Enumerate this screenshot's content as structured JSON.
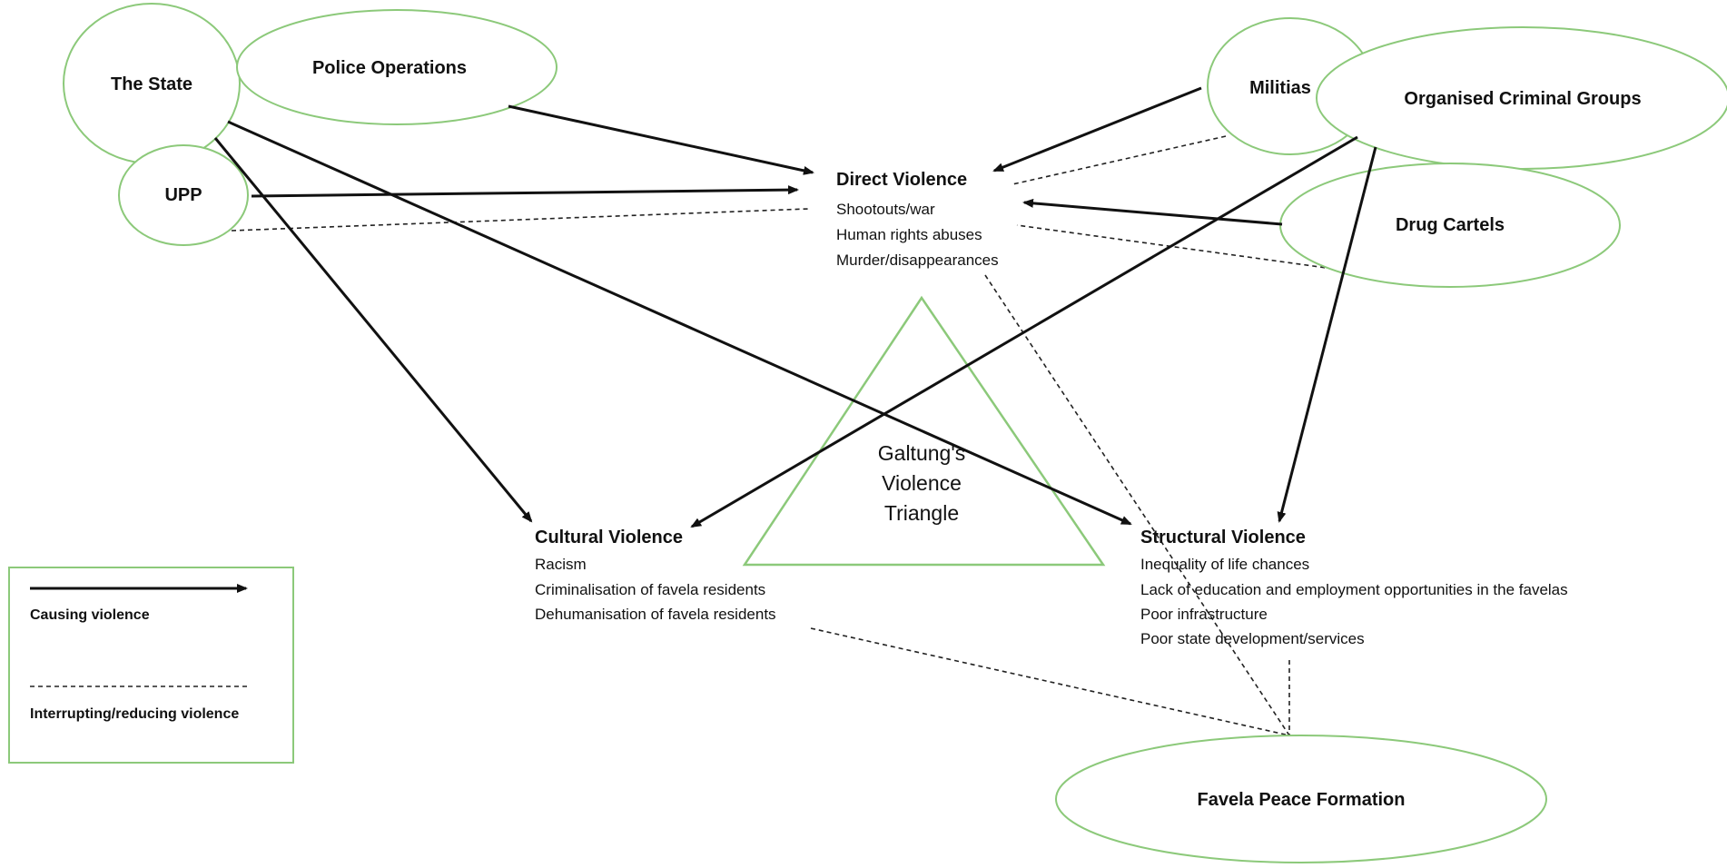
{
  "actors": {
    "the_state": "The State",
    "police_operations": "Police Operations",
    "upp": "UPP",
    "militias": "Militias",
    "organised_criminal_groups": "Organised Criminal Groups",
    "drug_cartels": "Drug Cartels",
    "favela_peace_formation": "Favela Peace Formation"
  },
  "direct_violence": {
    "title": "Direct Violence",
    "items": [
      "Shootouts/war",
      "Human rights abuses",
      "Murder/disappearances"
    ]
  },
  "cultural_violence": {
    "title": "Cultural Violence",
    "items": [
      "Racism",
      "Criminalisation of favela residents",
      "Dehumanisation of favela residents"
    ]
  },
  "structural_violence": {
    "title": "Structural Violence",
    "items": [
      "Inequality of life chances",
      "Lack of education and employment opportunities in the favelas",
      "Poor infrastructure",
      "Poor state development/services"
    ]
  },
  "triangle": {
    "lines": [
      "Galtung's",
      "Violence",
      "Triangle"
    ]
  },
  "legend": {
    "causing": "Causing violence",
    "interrupting": "Interrupting/reducing violence"
  },
  "colors": {
    "ellipse_stroke": "#8cc97a",
    "arrow": "#111111"
  }
}
